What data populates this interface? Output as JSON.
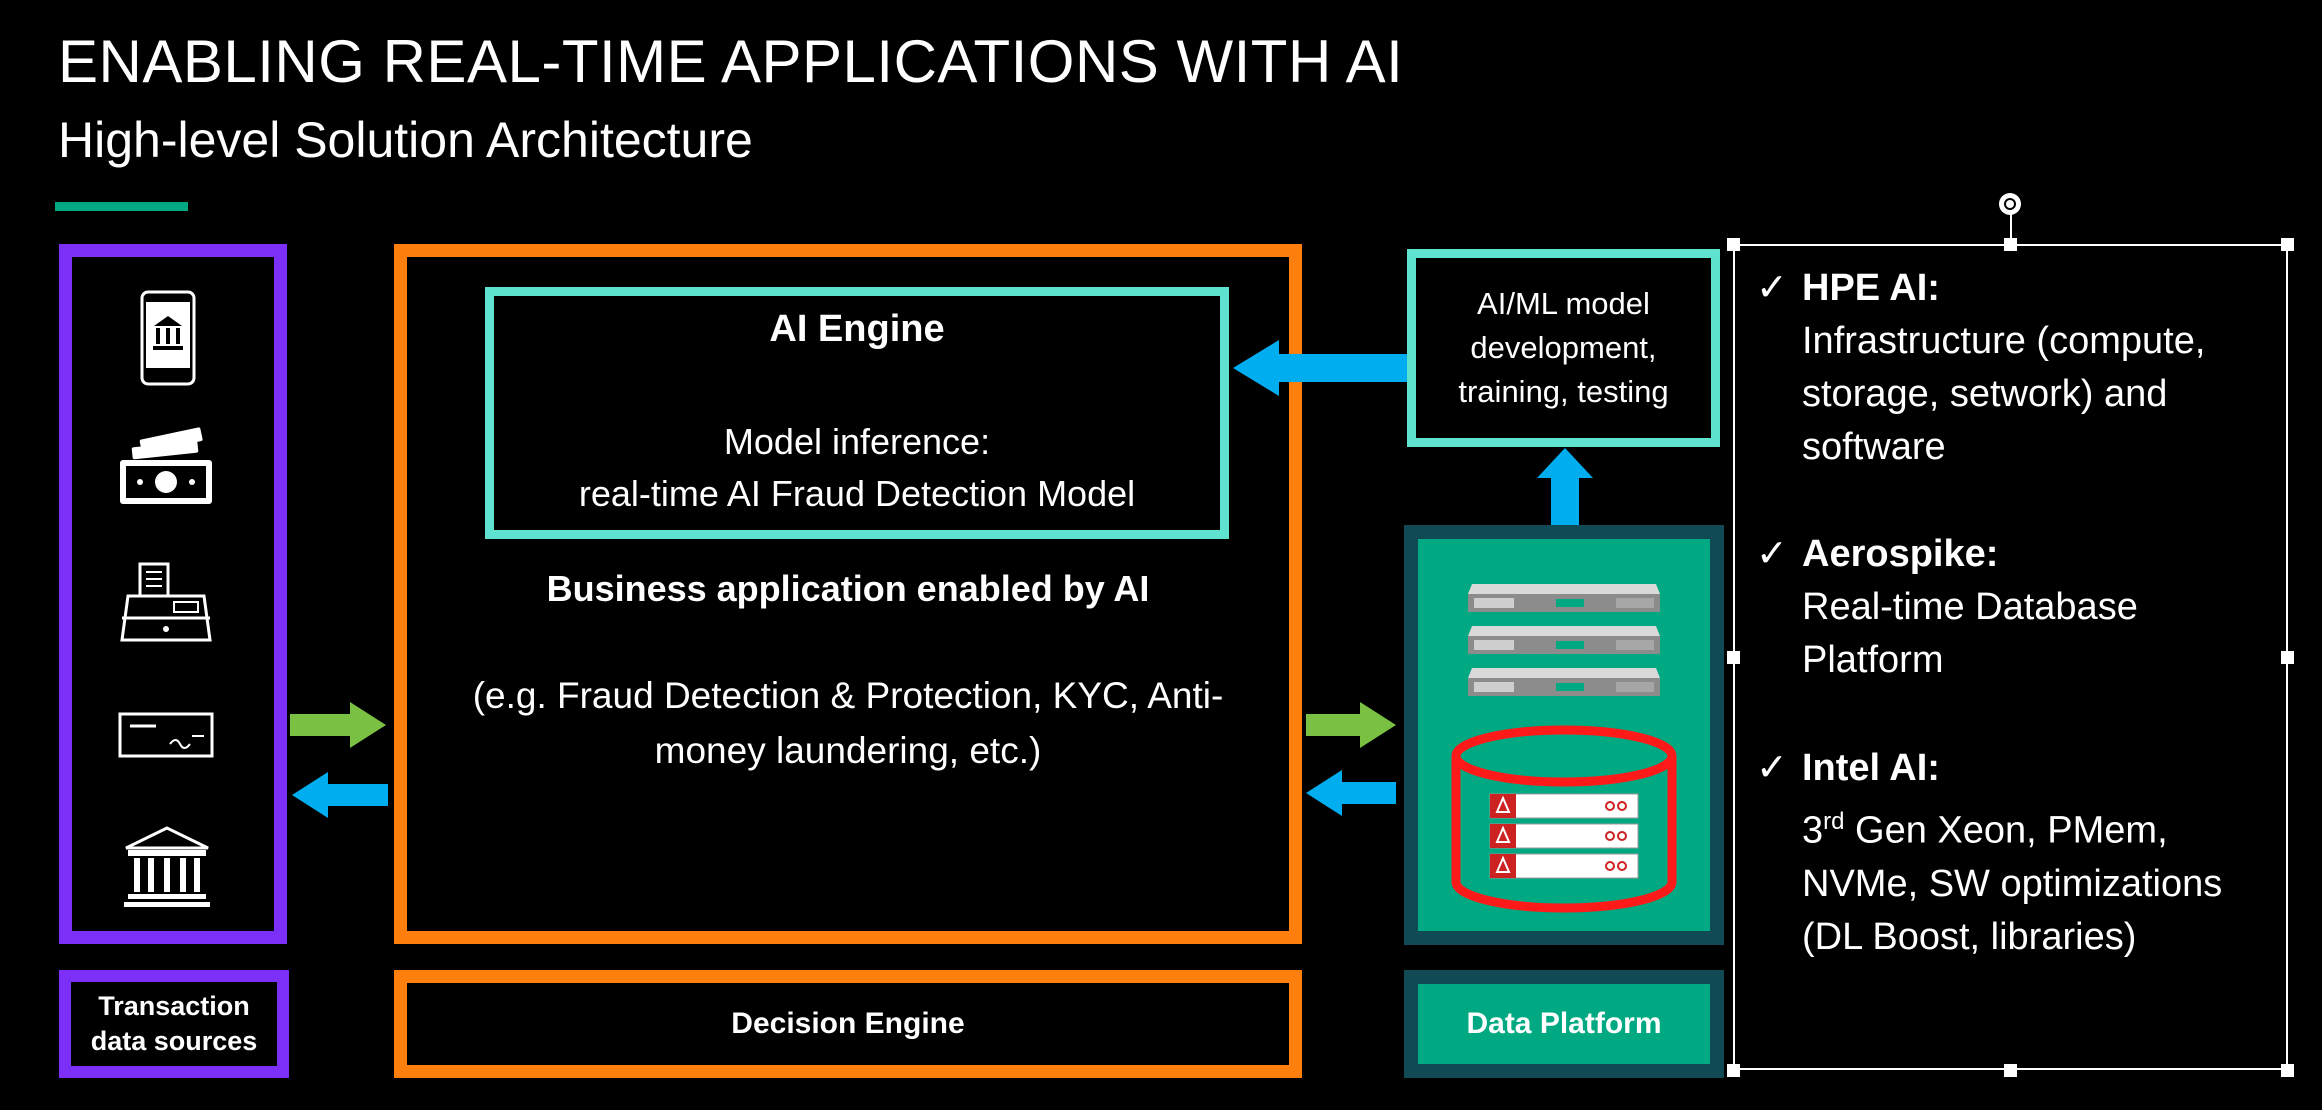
{
  "header": {
    "title": "ENABLING REAL-TIME APPLICATIONS WITH AI",
    "subtitle": "High-level Solution Architecture"
  },
  "colors": {
    "purple": "#7b2ff7",
    "orange": "#ff7f0e",
    "teal_outline": "#5fe3d0",
    "teal_fill": "#00a982",
    "dark_teal_border": "#0f4a55",
    "green_arrow": "#7ac143",
    "blue_arrow": "#00aeef",
    "db_red": "#ff1a1a",
    "accent_line": "#01a982"
  },
  "transaction_sources": {
    "label_line1": "Transaction",
    "label_line2": "data sources",
    "icons": [
      "mobile-bank-icon",
      "cash-icon",
      "payment-terminal-icon",
      "credit-card-icon",
      "bank-building-icon"
    ]
  },
  "decision_engine": {
    "label": "Decision Engine",
    "ai_engine": {
      "heading": "AI Engine",
      "line1": "Model inference:",
      "line2": "real-time AI Fraud Detection Model"
    },
    "business_heading": "Business application enabled by AI",
    "business_line1": "(e.g. Fraud Detection & Protection, KYC, Anti-",
    "business_line2": "money laundering, etc.)"
  },
  "ml_box": {
    "line1": "AI/ML model",
    "line2": "development,",
    "line3": "training, testing"
  },
  "data_platform": {
    "label": "Data Platform",
    "icons": [
      "server-rack-icon",
      "database-icon"
    ]
  },
  "bullets": [
    {
      "check": "✓",
      "heading": "HPE AI:",
      "lines": [
        "Infrastructure (compute,",
        "storage, setwork) and",
        "software"
      ]
    },
    {
      "check": "✓",
      "heading": "Aerospike:",
      "lines": [
        "Real-time Database",
        "Platform"
      ]
    },
    {
      "check": "✓",
      "heading": "Intel AI:",
      "line1_pre": "3",
      "line1_sup": "rd",
      "line1_post": " Gen Xeon, PMem,",
      "lines": [
        "NVMe, SW optimizations",
        "(DL Boost, libraries)"
      ]
    }
  ]
}
